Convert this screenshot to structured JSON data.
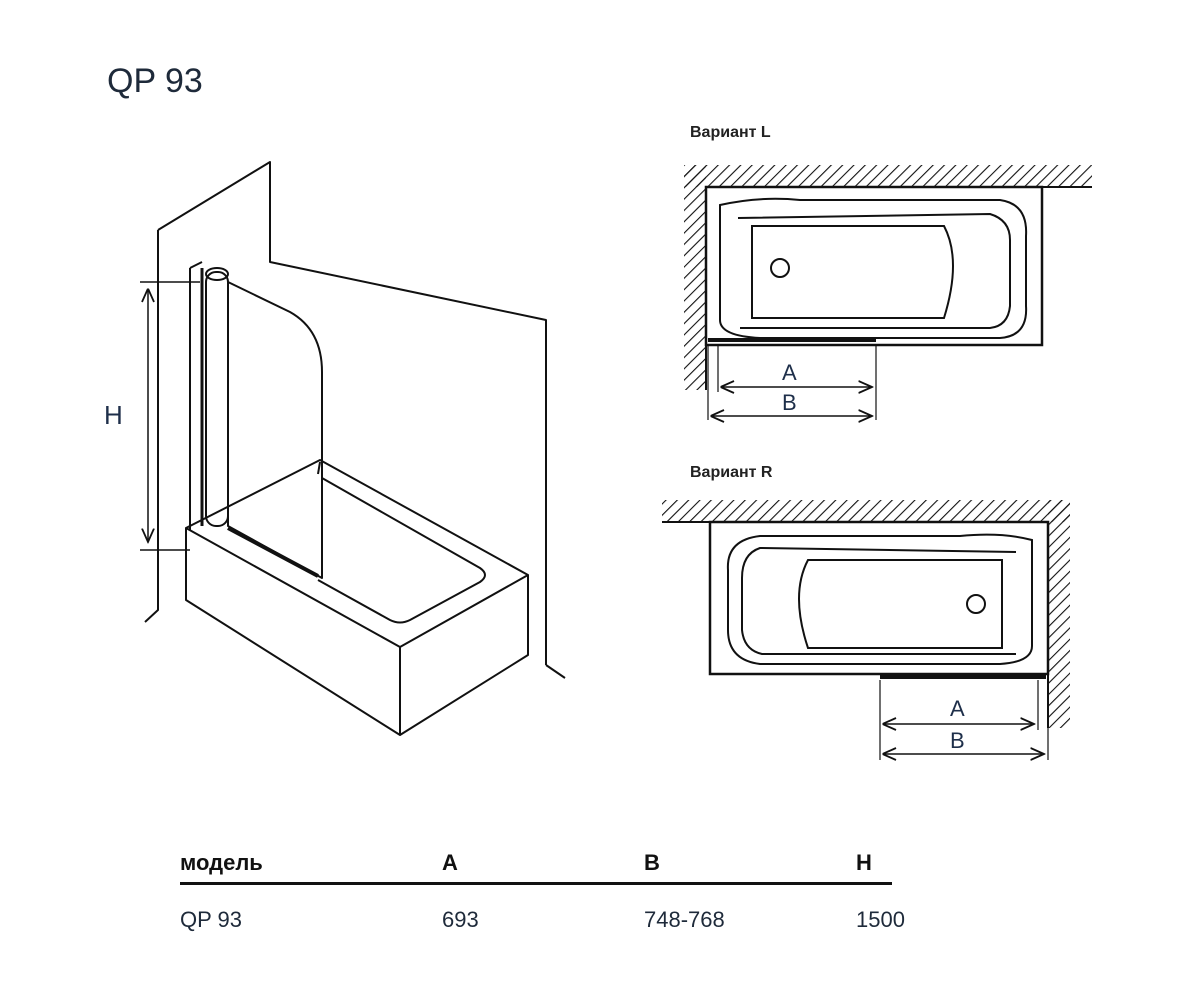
{
  "title": "QP 93",
  "variants": {
    "left_label": "Вариант L",
    "right_label": "Вариант R"
  },
  "dimensions": {
    "a": "A",
    "b": "B",
    "h": "H"
  },
  "table": {
    "headers": [
      "модель",
      "A",
      "B",
      "H"
    ],
    "rows": [
      [
        "QP 93",
        "693",
        "748-768",
        "1500"
      ]
    ]
  },
  "colors": {
    "line": "#111111",
    "label_blue": "#1e2f4a"
  }
}
